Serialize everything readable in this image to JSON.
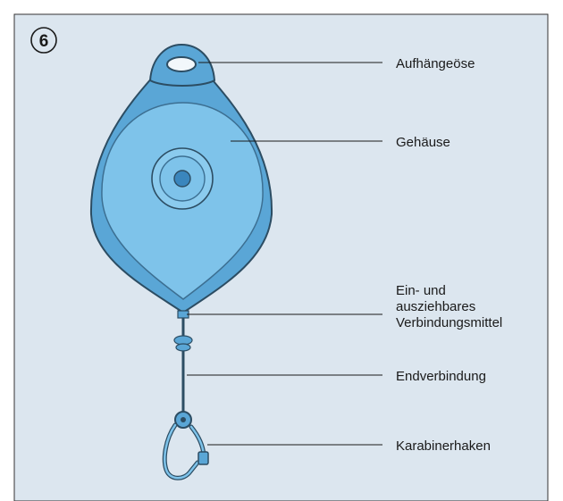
{
  "figure": {
    "number": "6",
    "background_color": "#dce6ef",
    "device_color": "#7ec3ea",
    "device_dark_color": "#4a94c4",
    "outline_color": "#2c4d63"
  },
  "labels": {
    "eyelet": "Aufhängeöse",
    "housing": "Gehäuse",
    "lanyard_line1": "Ein- und",
    "lanyard_line2": "ausziehbares",
    "lanyard_line3": "Verbindungsmittel",
    "end_connection": "Endverbindung",
    "carabiner": "Karabinerhaken"
  }
}
